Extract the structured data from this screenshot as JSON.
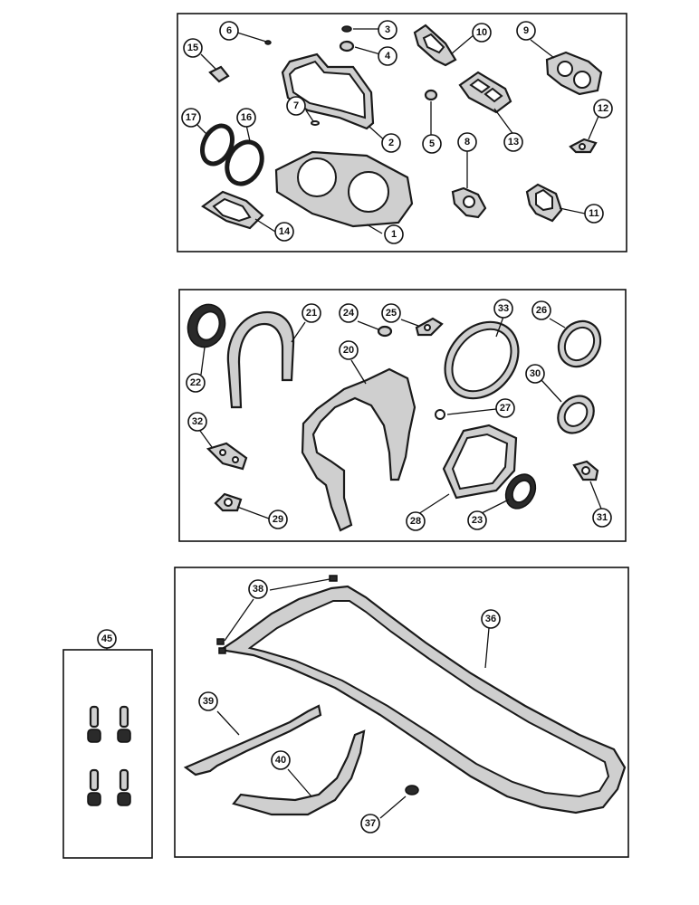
{
  "callouts": {
    "c1": "1",
    "c2": "2",
    "c3": "3",
    "c4": "4",
    "c5": "5",
    "c6": "6",
    "c7": "7",
    "c8": "8",
    "c9": "9",
    "c10": "10",
    "c11": "11",
    "c12": "12",
    "c13": "13",
    "c14": "14",
    "c15": "15",
    "c16": "16",
    "c17": "17",
    "c20": "20",
    "c21": "21",
    "c22": "22",
    "c23": "23",
    "c24": "24",
    "c25": "25",
    "c26": "26",
    "c27": "27",
    "c28": "28",
    "c29": "29",
    "c30": "30",
    "c31": "31",
    "c32": "32",
    "c33": "33",
    "c36": "36",
    "c37": "37",
    "c38": "38",
    "c39": "39",
    "c40": "40",
    "c45": "45"
  }
}
